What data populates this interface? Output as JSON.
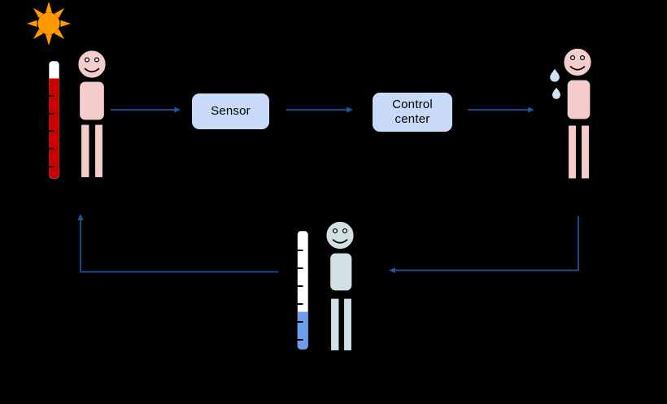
{
  "colors": {
    "background": "#000000",
    "outline": "#000000",
    "sun": "#ff9900",
    "white": "#ffffff",
    "mercury_hot": "#cc0000",
    "mercury_cold": "#6d9eeb",
    "skin_hot": "#f4cccc",
    "skin_cool": "#d0e0e3",
    "sweat": "#cfe2f3",
    "box_fill": "#c9daf8",
    "box_border": "#000000",
    "text": "#000000",
    "arrow": "#1a56a0"
  },
  "boxes": {
    "sensor": {
      "label": "Sensor"
    },
    "control_center": {
      "label": "Control center"
    }
  },
  "icons": {
    "sun": "sun-icon",
    "thermometer_hot": "thermometer-hot-icon",
    "thermometer_cold": "thermometer-cold-icon",
    "sweat_drops": "sweat-drops-icon",
    "person_hot": "person-hot-figure",
    "person_sweating": "person-sweating-figure",
    "person_cool": "person-cool-figure"
  }
}
